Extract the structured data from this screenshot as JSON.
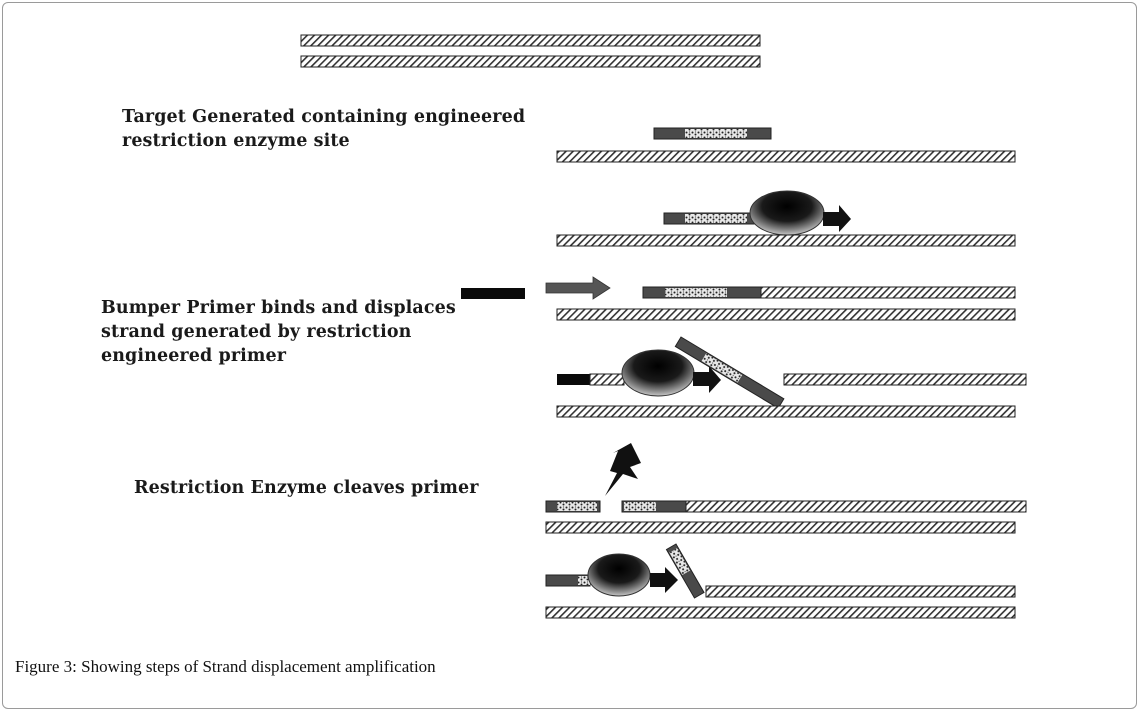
{
  "labels": {
    "step1": [
      "Target Generated containing engineered",
      "restriction enzyme site"
    ],
    "step2": [
      "Bumper Primer binds and displaces",
      "strand generated by restriction",
      "engineered primer"
    ],
    "step3": [
      "Restriction Enzyme cleaves primer"
    ]
  },
  "caption": {
    "label": "Figure 3:",
    "text": " Showing steps of Strand displacement amplification"
  },
  "colors": {
    "hatch": "#333333",
    "primer_dark": "#4a4a4a",
    "bumper": "#0a0a0a",
    "background": "#ffffff"
  }
}
